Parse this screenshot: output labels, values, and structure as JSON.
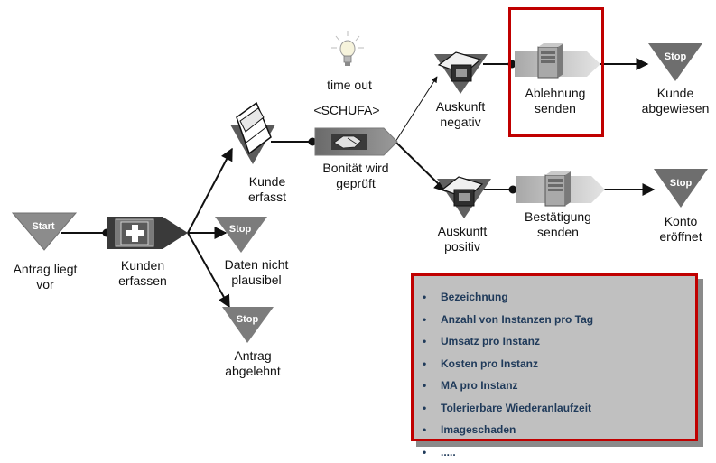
{
  "events": {
    "start": {
      "symbol": "Start",
      "label": [
        "Antrag liegt",
        "vor"
      ]
    },
    "kunde_erfasst": {
      "label": [
        "Kunde",
        "erfasst"
      ]
    },
    "daten_nicht_plausibel": {
      "symbol": "Stop",
      "label": [
        "Daten nicht",
        "plausibel"
      ]
    },
    "antrag_abgelehnt": {
      "symbol": "Stop",
      "label": [
        "Antrag",
        "abgelehnt"
      ]
    },
    "auskunft_negativ": {
      "label": [
        "Auskunft",
        "negativ"
      ]
    },
    "auskunft_positiv": {
      "label": [
        "Auskunft",
        "positiv"
      ]
    },
    "kunde_abgewiesen": {
      "symbol": "Stop",
      "label": [
        "Kunde",
        "abgewiesen"
      ]
    },
    "konto_eroeffnet": {
      "symbol": "Stop",
      "label": [
        "Konto",
        "eröffnet"
      ]
    }
  },
  "functions": {
    "kunden_erfassen": {
      "label": [
        "Kunden",
        "erfassen"
      ]
    },
    "bonitaet": {
      "label": [
        "Bonität wird",
        "geprüft"
      ],
      "performer": "<SCHUFA>"
    },
    "ablehnung": {
      "label": [
        "Ablehnung",
        "senden"
      ]
    },
    "bestaetigung": {
      "label": [
        "Bestätigung",
        "senden"
      ]
    }
  },
  "timeout": {
    "label": "time out"
  },
  "info_box": {
    "items": [
      "Bezeichnung",
      "Anzahl von Instanzen pro Tag",
      "Umsatz pro Instanz",
      "Kosten pro Instanz",
      "MA pro Instanz",
      "Tolerierbare Wiederanlaufzeit",
      "Imageschaden",
      "....."
    ]
  },
  "colors": {
    "highlight_border": "#c00000",
    "event_gray": "#808080",
    "box_fill": "#c0c0c0",
    "info_text": "#1f3a5a"
  }
}
